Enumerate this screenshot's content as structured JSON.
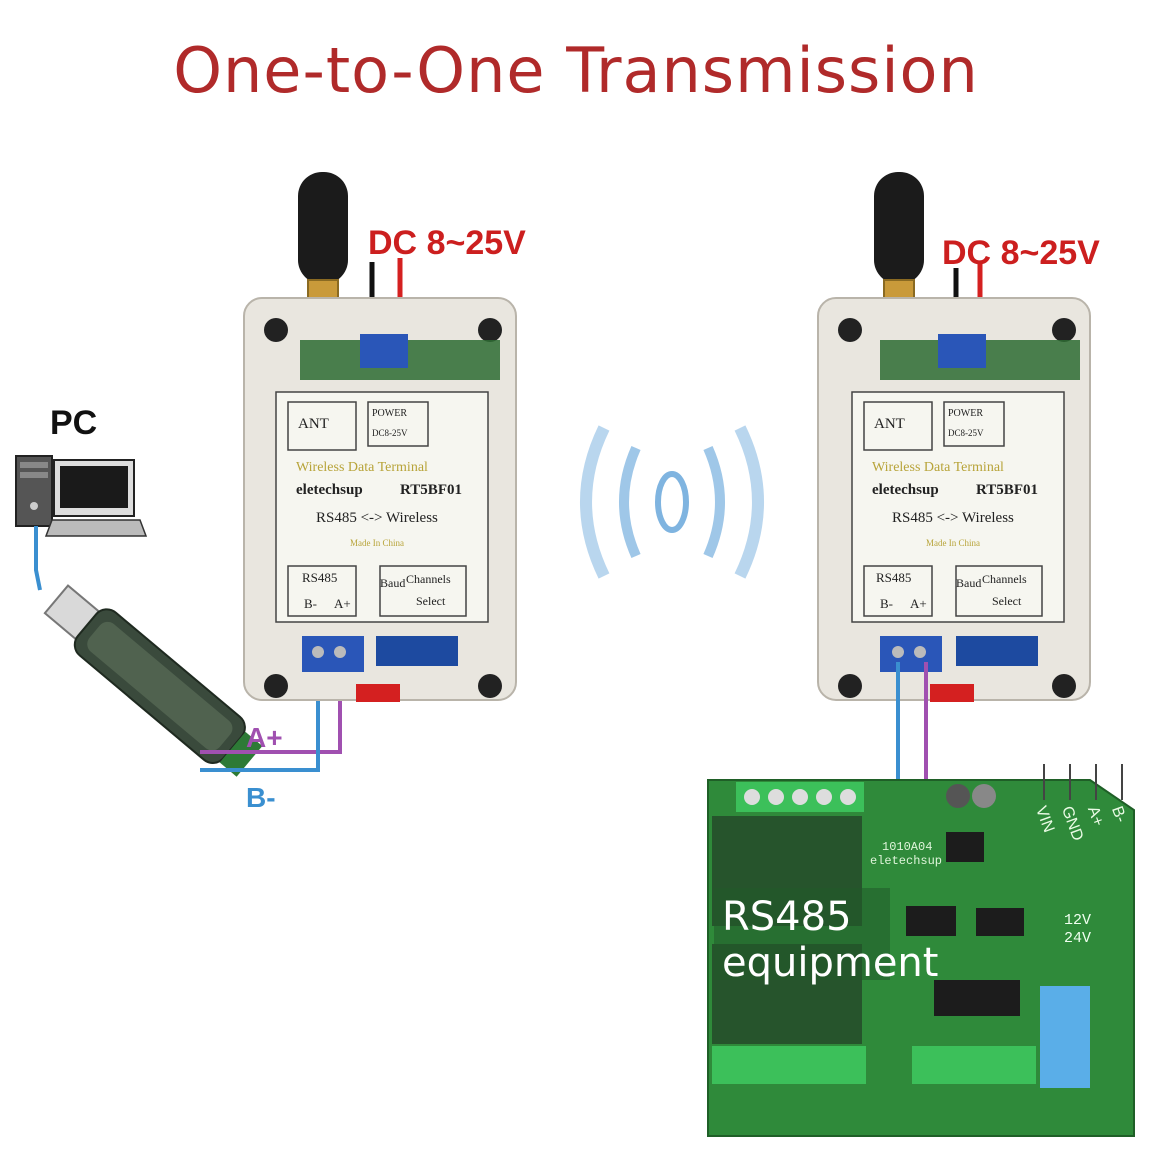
{
  "title": "One-to-One Transmission",
  "pc_label": "PC",
  "power_label": {
    "prefix": "DC",
    "range": "8~25V"
  },
  "wire_labels": {
    "a_plus": "A+",
    "b_minus": "B-"
  },
  "module": {
    "ant": "ANT",
    "power": "POWER",
    "power_range": "DC8-25V",
    "product": "Wireless Data Terminal",
    "brand": "eletechsup",
    "model": "RT5BF01",
    "conversion": "RS485 <-> Wireless",
    "made_in": "Made In China",
    "rs485": "RS485",
    "b_minus": "B-",
    "a_plus": "A+",
    "baud": "Baud",
    "channels": "Channels",
    "select": "Select"
  },
  "equipment": {
    "label_line1": "RS485",
    "label_line2": "equipment",
    "board_name": "1010A04",
    "board_brand": "eletechsup",
    "pins": [
      "VIN",
      "GND",
      "A+",
      "B-"
    ],
    "voltage_12": "12V",
    "voltage_24": "24V"
  },
  "colors": {
    "title_red": "#b02a2a",
    "wire_blue": "#3a8fd0",
    "wire_purple": "#a050b0",
    "board_green": "#2f8a3a",
    "module_beige": "#e9e6df"
  }
}
